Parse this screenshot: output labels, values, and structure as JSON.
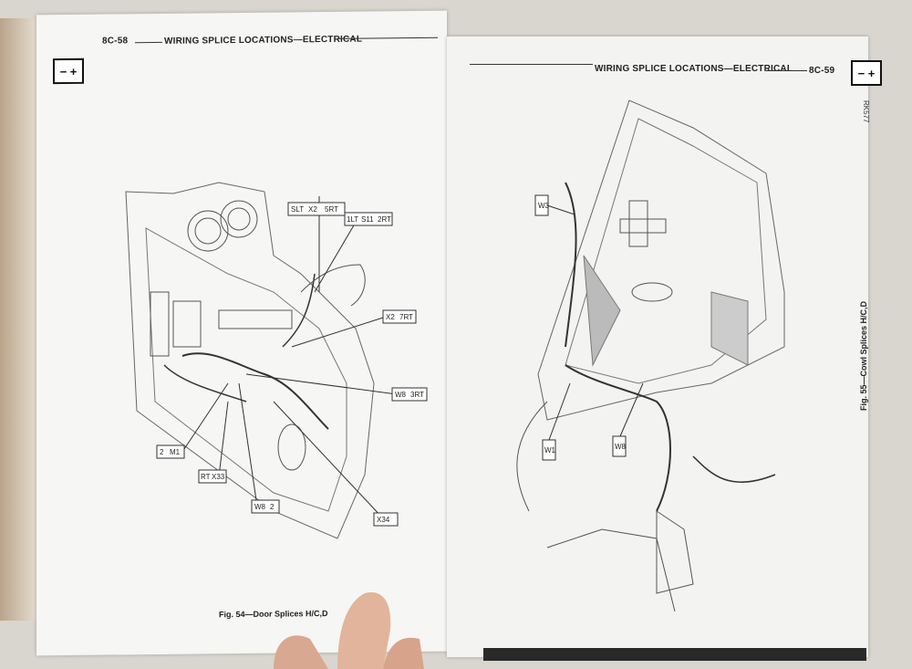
{
  "left_page": {
    "page_number": "8C-58",
    "header_title": "WIRING SPLICE LOCATIONS—ELECTRICAL",
    "battery_symbol": "− +",
    "figure_caption": "Fig. 54—Door Splices H/C,D",
    "callouts": [
      "SLT",
      "X2",
      "5RT",
      "1LT",
      "S11",
      "2RT",
      "X2",
      "7RT",
      "W8",
      "3RT",
      "2",
      "M1",
      "RT",
      "X33",
      "W8",
      "2",
      "X34"
    ]
  },
  "right_page": {
    "page_number": "8C-59",
    "header_title": "WIRING SPLICE LOCATIONS—ELECTRICAL",
    "battery_symbol": "− +",
    "figure_caption": "Fig. 55—Cowl Splices H/C,D",
    "figure_code": "RK577",
    "callouts": [
      "W3",
      "W1",
      "W8"
    ]
  }
}
